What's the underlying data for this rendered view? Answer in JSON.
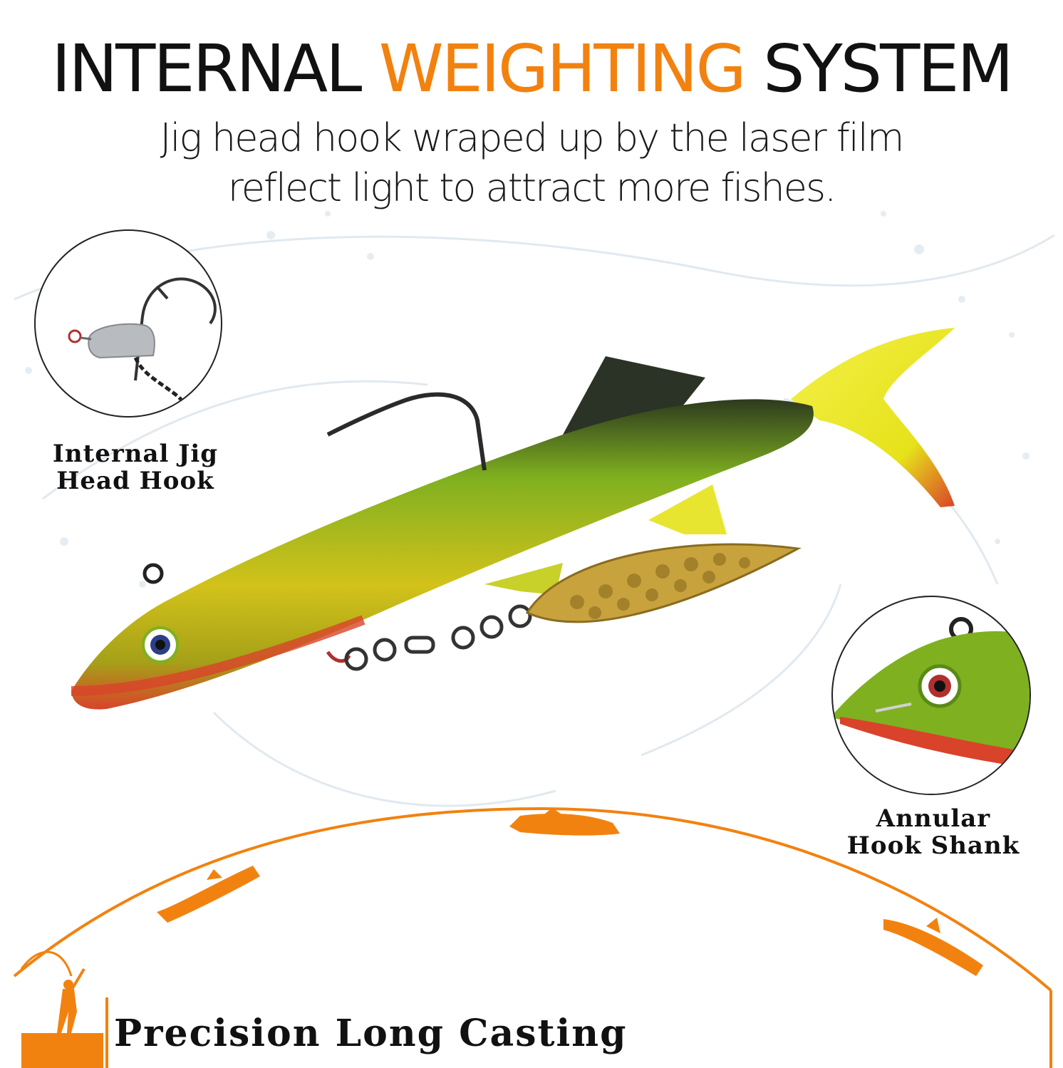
{
  "headline": {
    "part1": "INTERNAL",
    "part2": "WEIGHTING",
    "part3": "SYSTEM"
  },
  "subtitle": {
    "line1": "Jig head hook wraped up by the laser film",
    "line2": "reflect light to attract more fishes."
  },
  "callouts": {
    "left_line1": "Internal Jig",
    "left_line2": "Head Hook",
    "right_line1": "Annular",
    "right_line2": "Hook Shank"
  },
  "footer": {
    "title": "Precision Long Casting"
  },
  "colors": {
    "accent": "#f2820f",
    "text": "#111111",
    "fish_green": "#7fb020",
    "fish_yellow": "#e6e21a",
    "fish_belly": "#d9432a",
    "blade_gold": "#c8a23c"
  },
  "icons": [
    "jig-head-hook-icon",
    "lure-head-closeup-icon",
    "fishing-lure-icon",
    "spinner-blade-icon",
    "fish-silhouette-icon",
    "angler-silhouette-icon"
  ]
}
